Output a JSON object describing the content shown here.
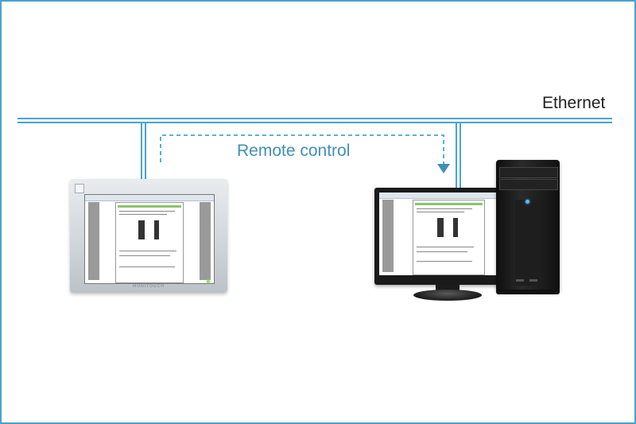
{
  "diagram": {
    "network_label": "Ethernet",
    "connection_label": "Remote control",
    "colors": {
      "line": "#4aa3cf",
      "label_blue": "#3f90b8",
      "frame": "#4aa3cf"
    }
  },
  "devices": {
    "hmi_brand": "MONITOUCH"
  }
}
